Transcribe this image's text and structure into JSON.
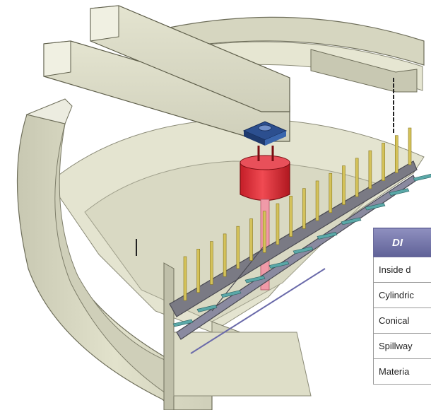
{
  "colors": {
    "concrete": "#dcdcc6",
    "concrete_shade": "#b9b9a4",
    "floor": "#e6e6d2",
    "drive_tank": "#e8303a",
    "shaft": "#f09aa8",
    "scraper_arm": "#6e6e76",
    "blade": "#5aa8a8",
    "post": "#d4c25a",
    "drive_head": "#2c4f8f",
    "table_header": "#6f71a3"
  },
  "table": {
    "header": "DI",
    "rows": [
      "Inside d",
      "Cylindric",
      "Conical",
      "Spillway",
      "Materia"
    ]
  }
}
